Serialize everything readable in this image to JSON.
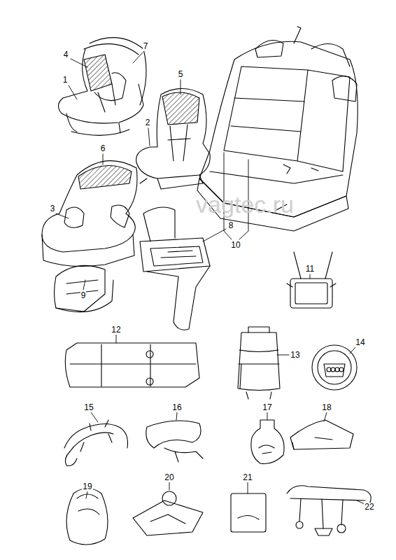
{
  "diagram": {
    "labels": [
      "4",
      "7",
      "1",
      "5",
      "2",
      "6",
      "3",
      "8",
      "10",
      "9",
      "11",
      "12",
      "13",
      "14",
      "15",
      "16",
      "17",
      "18",
      "19",
      "20",
      "21",
      "22",
      "vagtec.ru"
    ]
  }
}
